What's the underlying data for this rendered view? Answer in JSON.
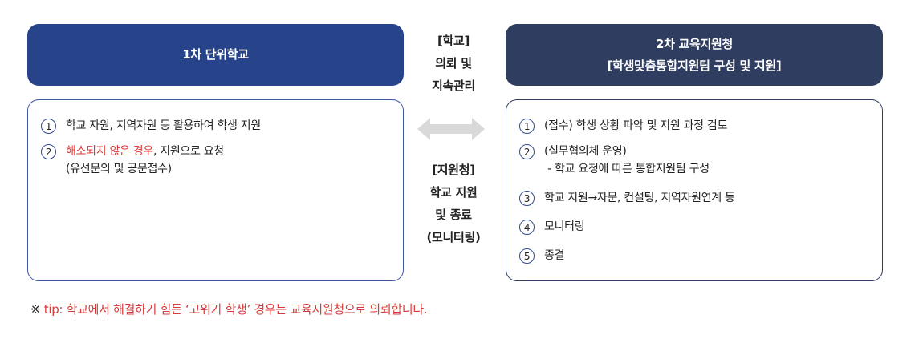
{
  "left_panel": {
    "header": "1차 단위학교",
    "items": [
      {
        "num": "1",
        "lines": [
          "학교 자원, 지역자원 등 활용하여 학생 지원"
        ]
      },
      {
        "num": "2",
        "highlight": "해소되지 않은 경우",
        "rest": ", 지원으로 요청",
        "line2": "(유선문의 및 공문접수)"
      }
    ]
  },
  "middle": {
    "top_lines": [
      "[학교]",
      "의뢰 및",
      "지속관리"
    ],
    "arrow_icon": "double-arrow-icon",
    "bottom_lines": [
      "[지원청]",
      "학교 지원",
      "및 종료",
      "(모니터링)"
    ]
  },
  "right_panel": {
    "header_line1": "2차 교육지원청",
    "header_line2": "[학생맞춤통합지원팀 구성 및 지원]",
    "items": [
      {
        "num": "1",
        "text": " (접수) 학생 상황 파악 및 지원 과정 검토"
      },
      {
        "num": "2",
        "text": "(실무협의체 운영)",
        "sub": " - 학교 요청에 따른 통합지원팀 구성"
      },
      {
        "num": "3",
        "text": "학교 지원→자문, 컨설팅, 지역자원연계 등"
      },
      {
        "num": "4",
        "text": "모니터링"
      },
      {
        "num": "5",
        "text": "종결"
      }
    ]
  },
  "tip": {
    "mark": "※",
    "text": " tip: 학교에서 해결하기 힘든 ‘고위기 학생’ 경우는 교육지원청으로 의뢰합니다."
  },
  "colors": {
    "left_header": "#27448b",
    "right_header": "#2f3d61",
    "highlight_red": "#e03a3a",
    "arrow_gray": "#d9d9d9"
  }
}
